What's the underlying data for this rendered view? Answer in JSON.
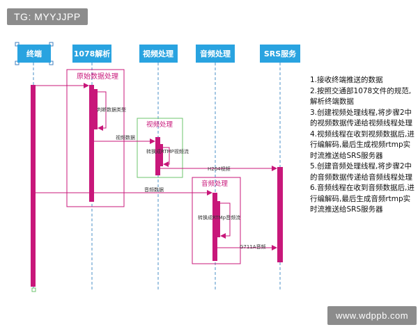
{
  "watermark_top": "TG: MYYJJPP",
  "watermark_bottom": "www.wdppb.com",
  "participants": [
    {
      "id": "terminal",
      "label": "终端"
    },
    {
      "id": "parser",
      "label": "1078解析"
    },
    {
      "id": "video",
      "label": "视频处理"
    },
    {
      "id": "audio",
      "label": "音频处理"
    },
    {
      "id": "srs",
      "label": "SRS服务"
    }
  ],
  "frames": {
    "raw": "原始数据处理",
    "video": "视频处理",
    "audio": "音频处理"
  },
  "messages": {
    "judge_type": "判断数据类型",
    "video_data": "视频数据",
    "to_rtmp_video": "转换成RTMP视频流",
    "h264": "H264视频",
    "audio_data": "音频数据",
    "to_rtmp_audio": "转换成RTMp音频流",
    "g711a": "G711A音频"
  },
  "steps": [
    "1.接收终端推送的数据",
    "2.按照交通部1078文件的规范,解析终端数据",
    "3.创建视频处理线程,将步骤2中的视频数据传递给视频线程处理",
    "4.视频线程在收到视频数据后,进行编解码,最后生成视频rtmp实时流推送给SRS服务器",
    "5.创建音频处理线程,将步骤2中的音频数据传递给音频线程处理",
    "6.音频线程在收到音频数据后,进行编解码,最后生成音频rtmp实时流推送给SRS服务器"
  ],
  "colors": {
    "header": "#29a3e0",
    "lifeline": "#4a8fc7",
    "activation": "#c8177a",
    "frame": "#c8177a",
    "video_frame": "#6cc46c",
    "arrow": "#c8177a"
  }
}
